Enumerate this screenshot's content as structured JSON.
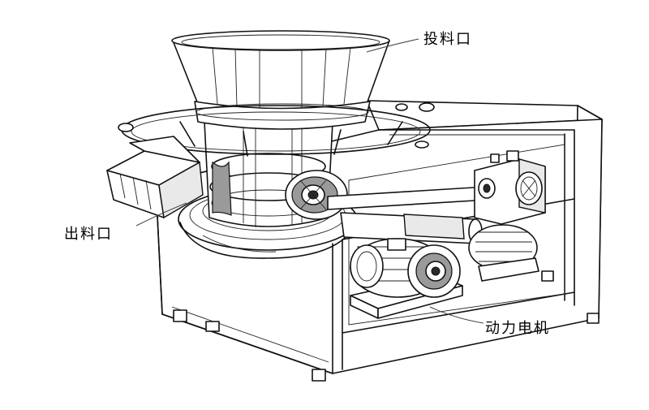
{
  "labels": {
    "inlet": "投料口",
    "outlet": "出料口",
    "motor": "动力电机"
  },
  "colors": {
    "line": "#111111",
    "background": "#ffffff",
    "shade": "#9a9a9a"
  }
}
